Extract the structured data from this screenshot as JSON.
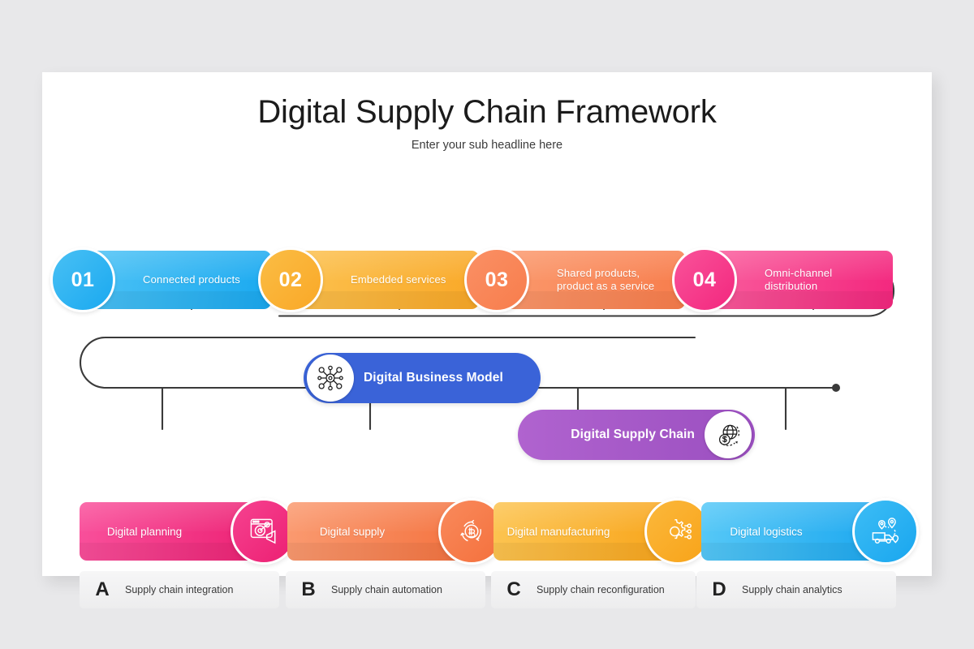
{
  "slide": {
    "title": "Digital Supply Chain Framework",
    "subtitle": "Enter your sub headline here"
  },
  "top_cards": [
    {
      "number": "01",
      "label": "Connected  products",
      "color_start": "#4ec3f5",
      "color_end": "#1aa9f0",
      "circle": "#29b4f2",
      "icon": ""
    },
    {
      "number": "02",
      "label": "Embedded services",
      "color_start": "#fcc250",
      "color_end": "#f9a827",
      "circle": "#f9a92a",
      "icon": ""
    },
    {
      "number": "03",
      "label": "Shared products,\nproduct as a service",
      "color_start": "#fb9a6e",
      "color_end": "#f87d4c",
      "circle": "#f98457",
      "icon": ""
    },
    {
      "number": "04",
      "label": "Omni-channel\ndistribution",
      "color_start": "#fa5f9e",
      "color_end": "#f3277e",
      "circle": "#f53c8b",
      "icon": ""
    }
  ],
  "center_pills": [
    {
      "label": "Digital Business Model",
      "color": "#3a63d8",
      "icon": "network-nodes-icon",
      "icon_side": "left"
    },
    {
      "label": "Digital Supply Chain",
      "color": "#a75cc9",
      "icon": "globe-dollar-icon",
      "icon_side": "right"
    }
  ],
  "bottom_cards": [
    {
      "label": "Digital planning",
      "color_start": "#f9509b",
      "color_end": "#ec1f72",
      "circle": "#f12d7e",
      "icon": "campaign-target-icon"
    },
    {
      "label": "Digital supply",
      "color_start": "#fa9a70",
      "color_end": "#f4703c",
      "circle": "#f67846",
      "icon": "bitcoin-recycle-icon"
    },
    {
      "label": "Digital manufacturing",
      "color_start": "#fcc451",
      "color_end": "#f8a318",
      "circle": "#f9ab24",
      "icon": "gear-network-icon"
    },
    {
      "label": "Digital logistics",
      "color_start": "#56c8f7",
      "color_end": "#19a6ef",
      "circle": "#28b1f2",
      "icon": "truck-route-icon"
    }
  ],
  "legend": [
    {
      "letter": "A",
      "text": "Supply chain integration"
    },
    {
      "letter": "B",
      "text": "Supply chain automation"
    },
    {
      "letter": "C",
      "text": "Supply chain reconfiguration"
    },
    {
      "letter": "D",
      "text": "Supply chain analytics"
    }
  ],
  "colors": {
    "background": "#e8e8ea",
    "slide": "#ffffff",
    "wire": "#3a3a3a",
    "title": "#1b1b1b"
  }
}
